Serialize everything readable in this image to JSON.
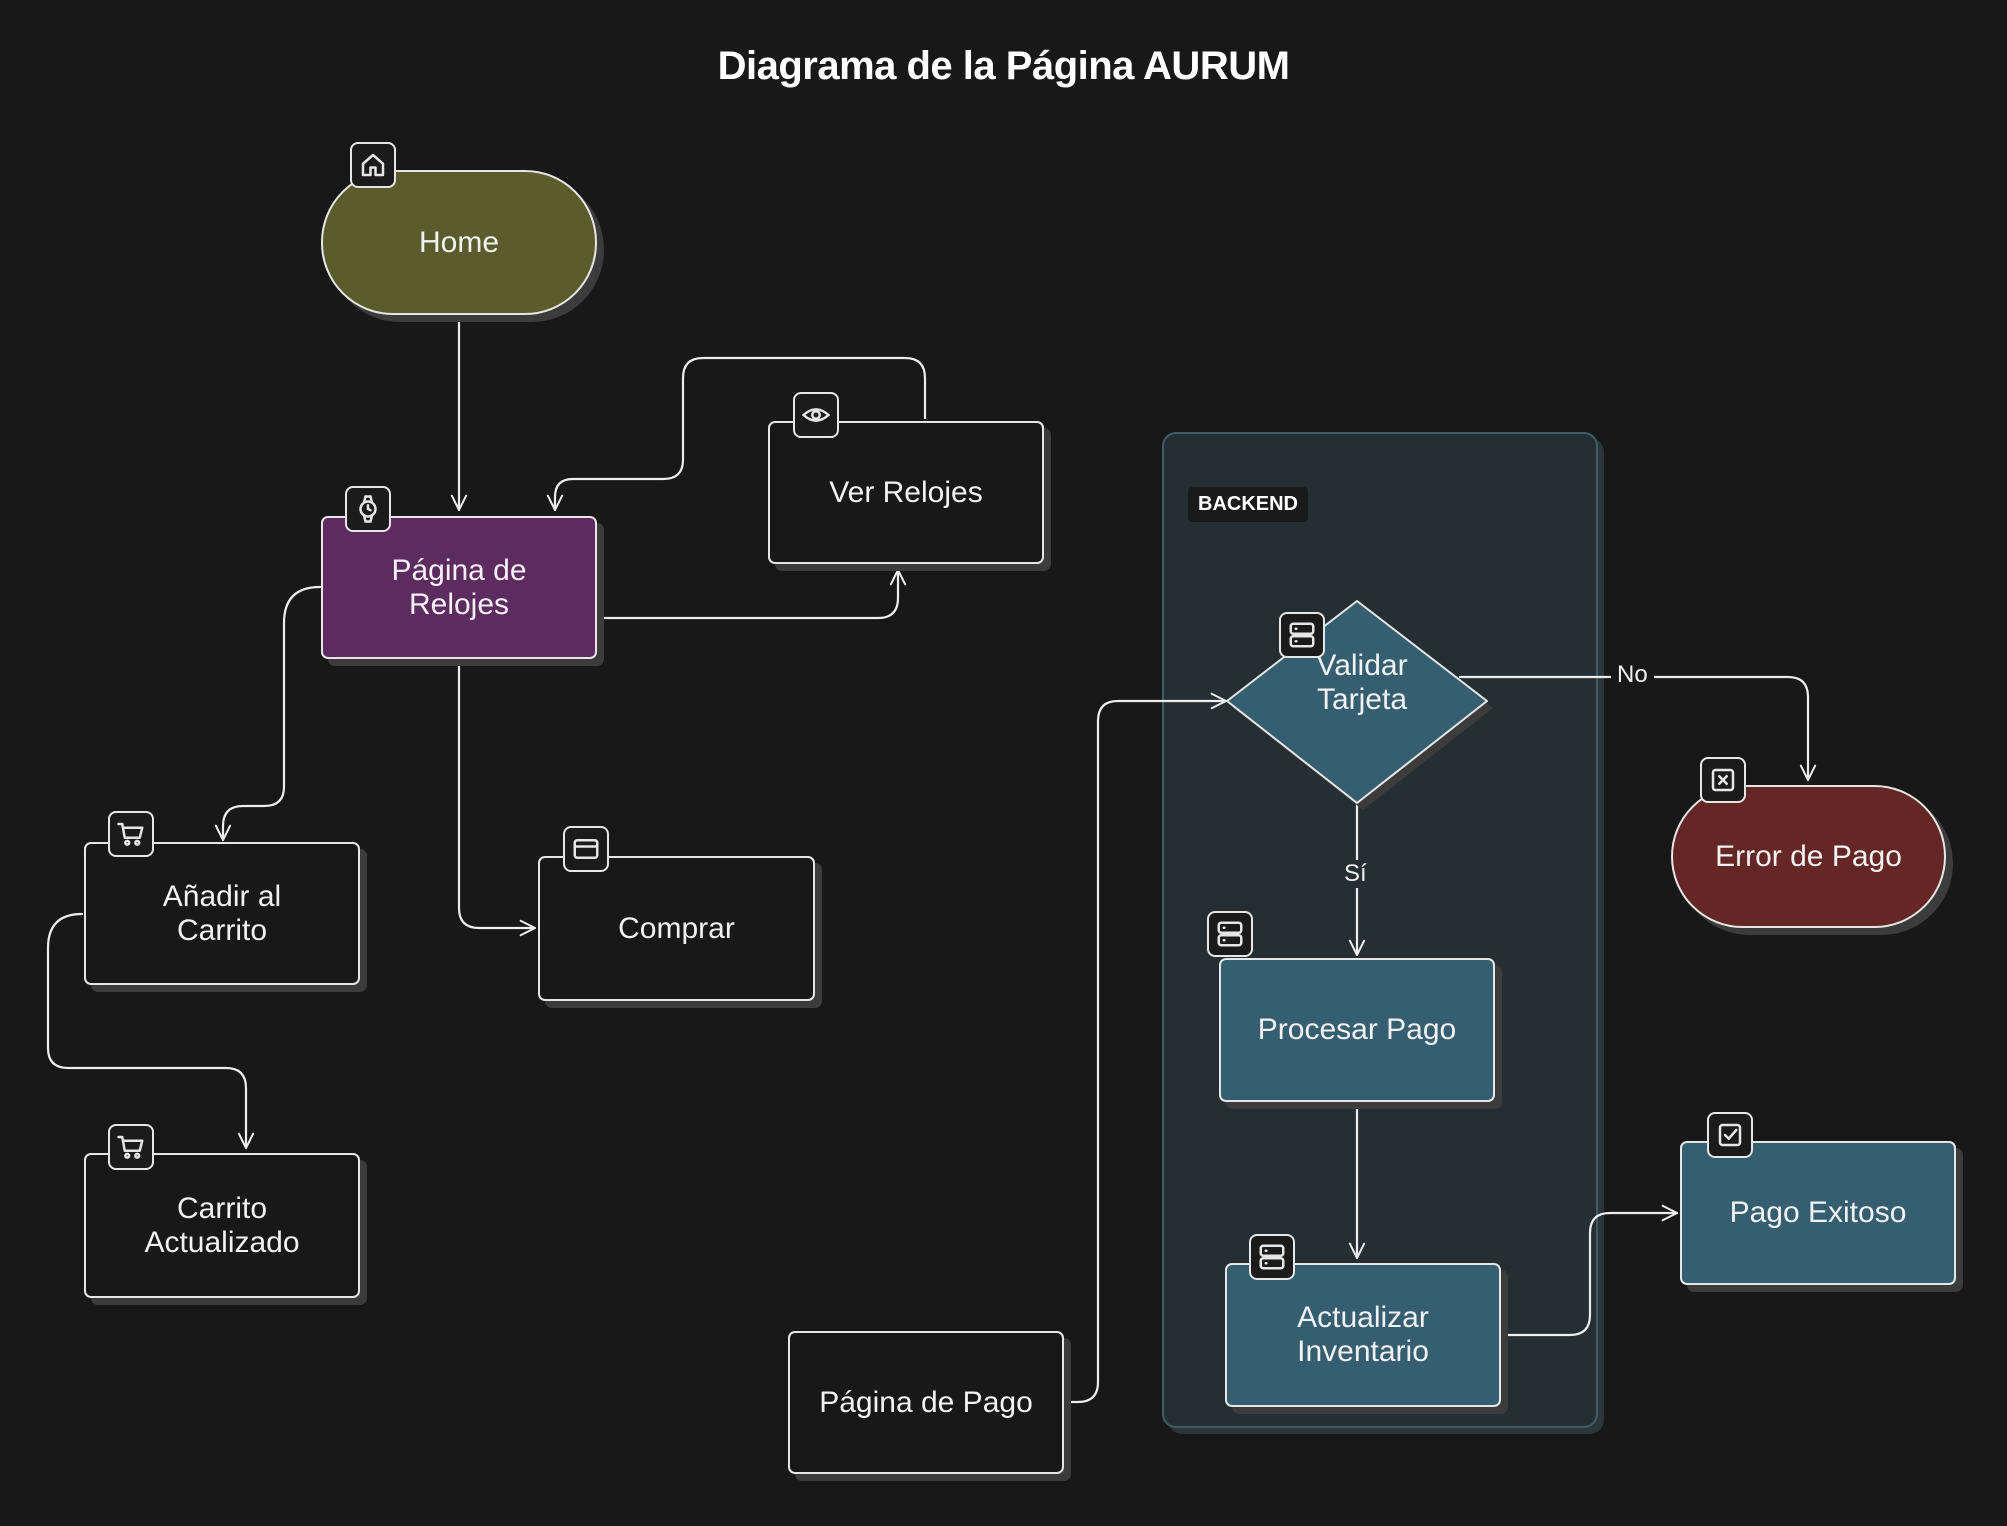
{
  "title": "Diagrama de la Página AURUM",
  "colors": {
    "background": "#181818",
    "home": "#5a5c2b",
    "relojes": "#5e2b60",
    "backend_node": "#355f70",
    "error": "#642726",
    "group_fill": "#252e32"
  },
  "groups": {
    "backend": {
      "label": "BACKEND"
    }
  },
  "nodes": {
    "home": {
      "label": "Home",
      "icon": "home-icon"
    },
    "pagina_relojes": {
      "label": "Página de\nRelojes",
      "icon": "watch-icon"
    },
    "ver_relojes": {
      "label": "Ver Relojes",
      "icon": "eye-icon"
    },
    "anadir_carrito": {
      "label": "Añadir al\nCarrito",
      "icon": "cart-icon"
    },
    "carrito_actualizado": {
      "label": "Carrito\nActualizado",
      "icon": "cart-icon"
    },
    "comprar": {
      "label": "Comprar",
      "icon": "credit-card-icon"
    },
    "pagina_pago": {
      "label": "Página de Pago"
    },
    "validar_tarjeta": {
      "label": "Validar\nTarjeta",
      "icon": "server-icon"
    },
    "procesar_pago": {
      "label": "Procesar Pago",
      "icon": "server-icon"
    },
    "actualizar_inventario": {
      "label": "Actualizar\nInventario",
      "icon": "server-icon"
    },
    "error_pago": {
      "label": "Error de Pago",
      "icon": "close-box-icon"
    },
    "pago_exitoso": {
      "label": "Pago Exitoso",
      "icon": "check-box-icon"
    }
  },
  "edge_labels": {
    "no": "No",
    "si": "Sí"
  }
}
